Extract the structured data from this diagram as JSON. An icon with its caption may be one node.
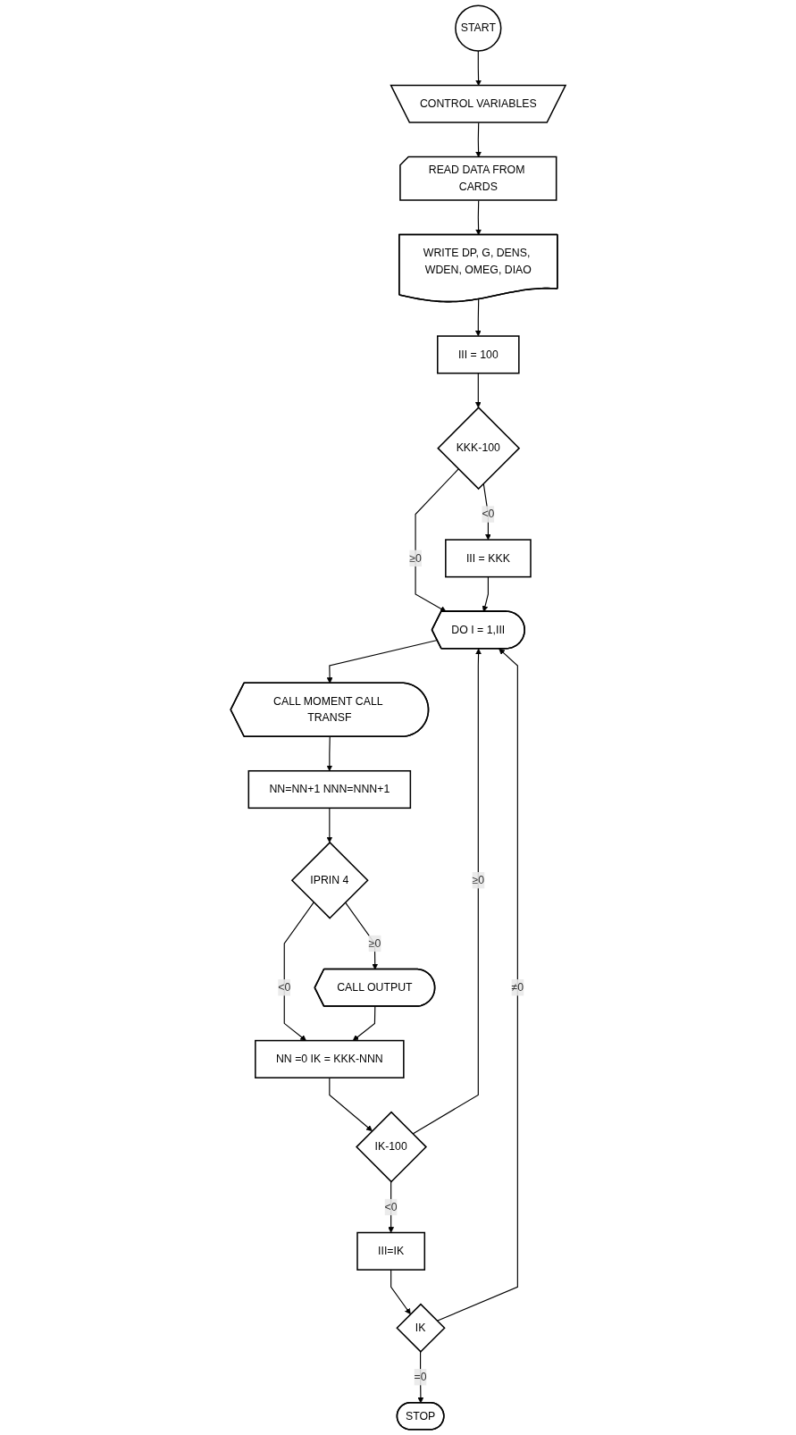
{
  "diagram": {
    "nodes": [
      {
        "text": [
          "START"
        ]
      },
      {
        "text": [
          "CONTROL VARIABLES"
        ]
      },
      {
        "text": [
          "READ DATA FROM CARDS"
        ]
      },
      {
        "text": [
          "WRITE DP, G, DENS, WDEN, OMEG, DIAO"
        ]
      },
      {
        "text": [
          "III = 100"
        ]
      },
      {
        "text": [
          "KKK-100"
        ]
      },
      {
        "text": [
          "III = KKK"
        ]
      },
      {
        "text": [
          "DO I = 1,III"
        ]
      },
      {
        "text": [
          "CALL MOMENT CALL TRANSF"
        ]
      },
      {
        "text": [
          "NN=NN+1 NNN=NNN+1"
        ]
      },
      {
        "text": [
          "IPRIN 4"
        ]
      },
      {
        "text": [
          "CALL OUTPUT"
        ]
      },
      {
        "text": [
          "NN =0 IK = KKK-NNN"
        ]
      },
      {
        "text": [
          "IK-100"
        ]
      },
      {
        "text": [
          "III=IK"
        ]
      },
      {
        "text": [
          "IK"
        ]
      },
      {
        "text": [
          "STOP"
        ]
      }
    ],
    "edges": [
      {
        "from": 0,
        "to": 1,
        "arrow": "to"
      },
      {
        "from": 1,
        "to": 2,
        "arrow": "to"
      },
      {
        "from": 2,
        "to": 3,
        "arrow": "to"
      },
      {
        "from": 3,
        "to": 4,
        "arrow": "to"
      },
      {
        "from": 4,
        "to": 5,
        "arrow": "to"
      },
      {
        "from": 5,
        "to": 6,
        "arrow": "to",
        "label": "<0"
      },
      {
        "from": 5,
        "to": 7,
        "arrow": "to",
        "label": "≥0"
      },
      {
        "from": 6,
        "to": 7,
        "arrow": "to"
      },
      {
        "from": 7,
        "to": 8,
        "arrow": "to"
      },
      {
        "from": 8,
        "to": 9,
        "arrow": "to"
      },
      {
        "from": 9,
        "to": 10,
        "arrow": "to"
      },
      {
        "from": 10,
        "to": 12,
        "arrow": "to",
        "label": "<0"
      },
      {
        "from": 10,
        "to": 11,
        "arrow": "to",
        "label": "≥0"
      },
      {
        "from": 11,
        "to": 12,
        "arrow": "to"
      },
      {
        "from": 12,
        "to": 13,
        "arrow": "to"
      },
      {
        "from": 13,
        "to": 7,
        "arrow": "to",
        "label": "≥0"
      },
      {
        "from": 13,
        "to": 14,
        "arrow": "to",
        "label": "<0"
      },
      {
        "from": 14,
        "to": 15,
        "arrow": "to"
      },
      {
        "from": 15,
        "to": 16,
        "arrow": "to",
        "label": "=0"
      },
      {
        "from": 15,
        "to": 7,
        "arrow": "to",
        "label": "≠0"
      }
    ]
  }
}
